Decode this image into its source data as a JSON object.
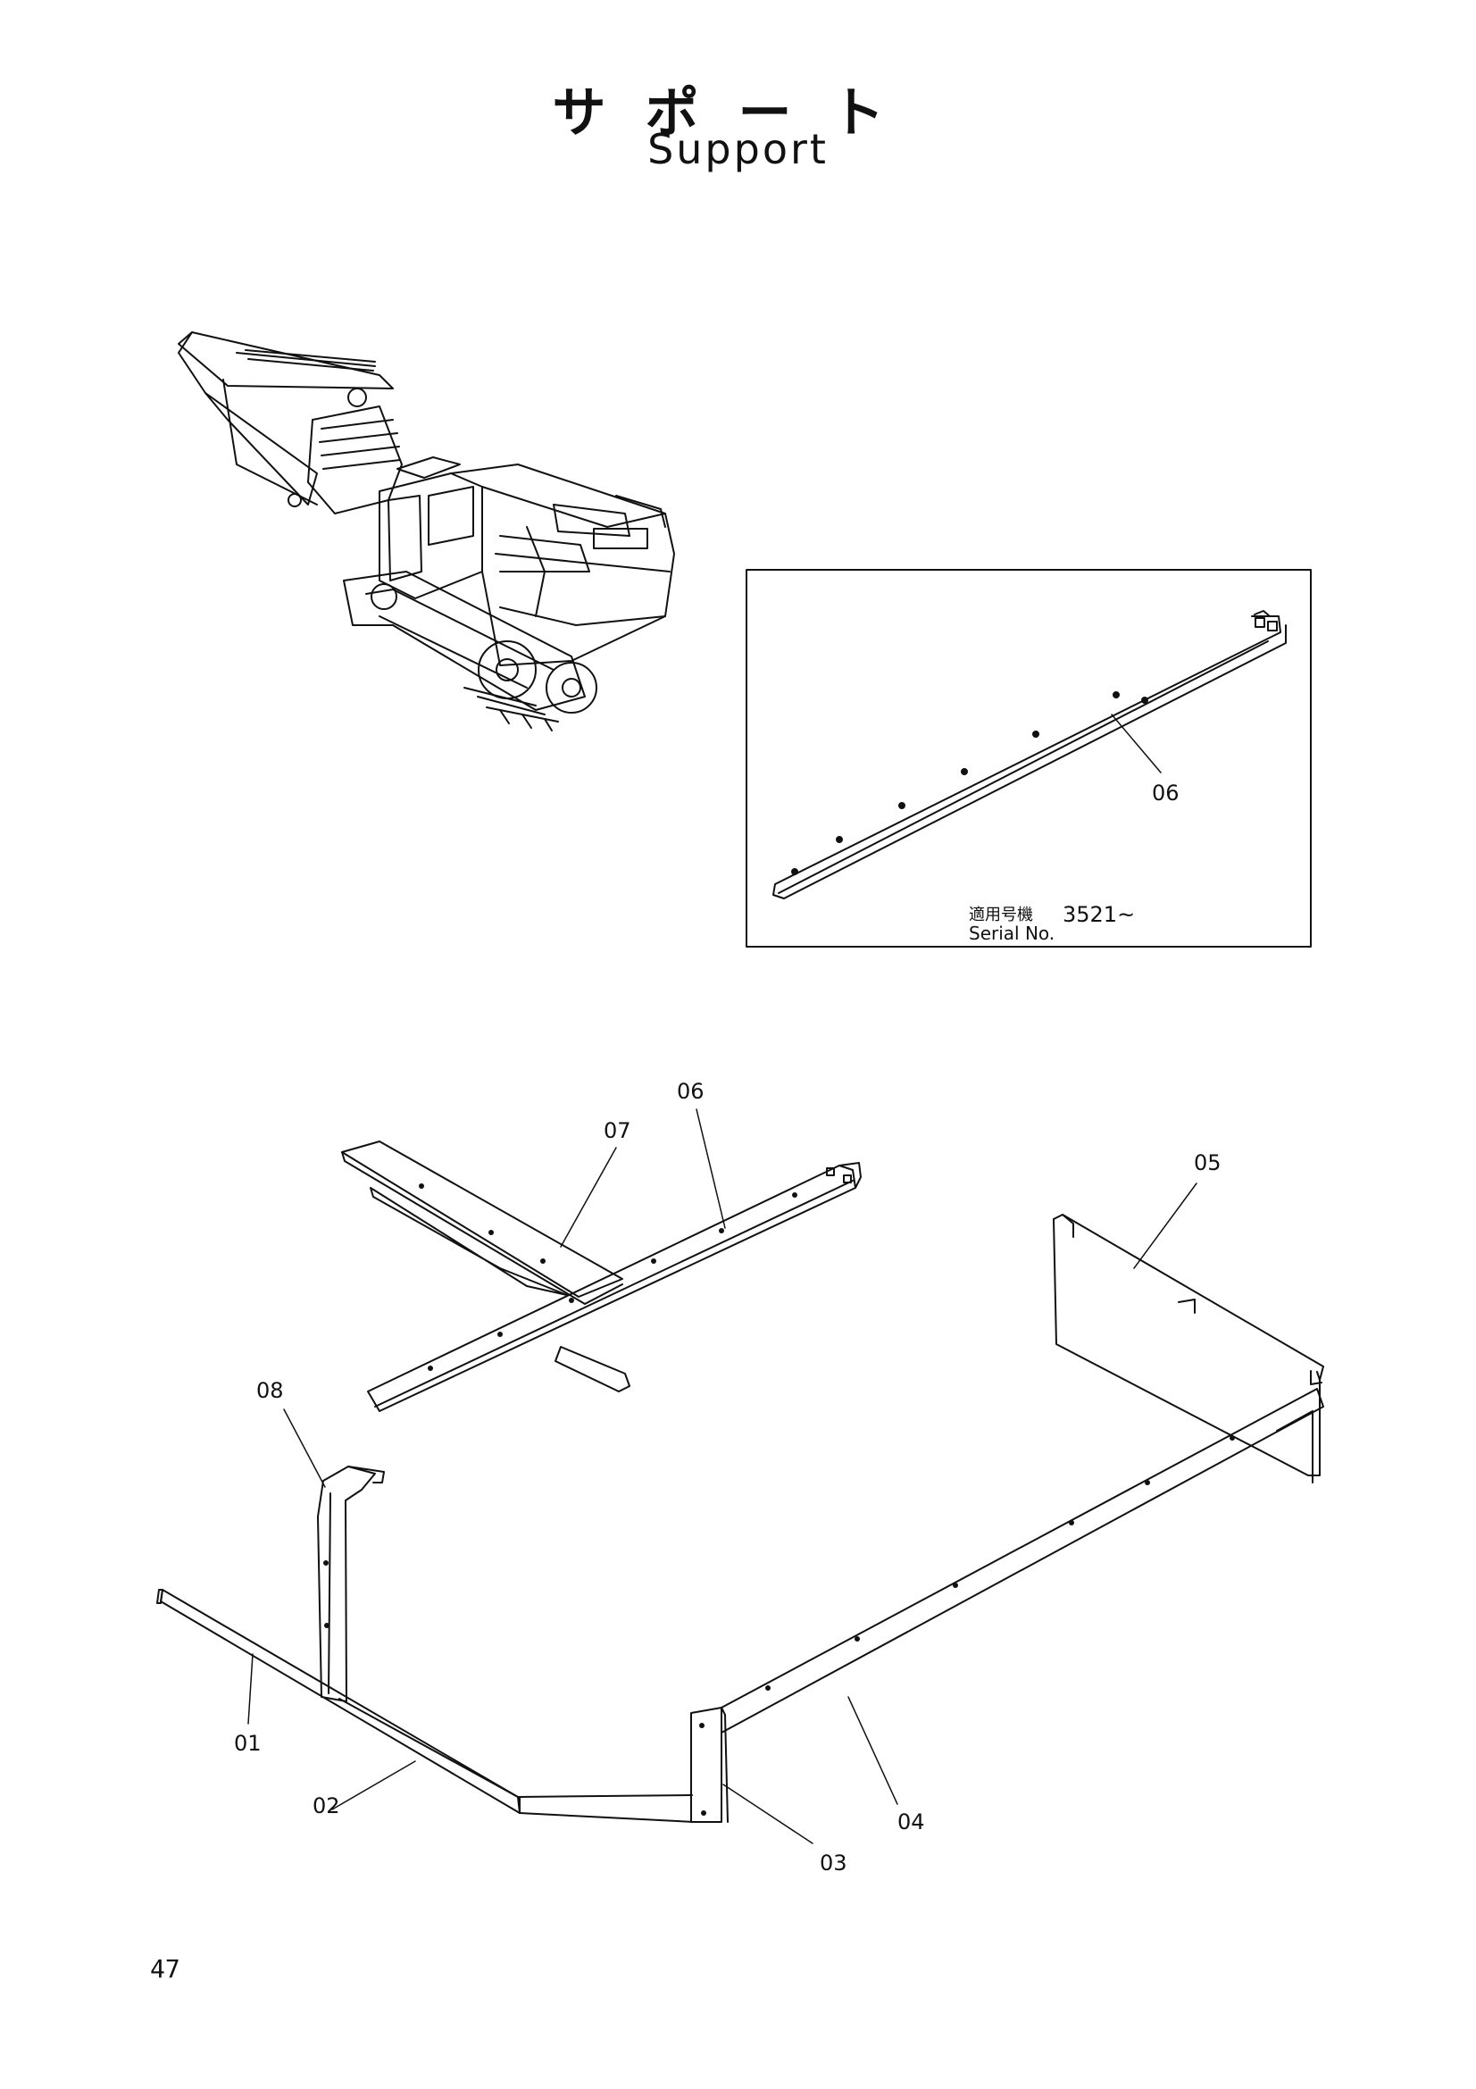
{
  "header": {
    "title_jp": "サポート",
    "title_en": "Support"
  },
  "inset": {
    "part_label": "06",
    "serial_label_jp": "適用号機",
    "serial_value": "3521~",
    "serial_label_en": "Serial No."
  },
  "main_labels": {
    "p01": "01",
    "p02": "02",
    "p03": "03",
    "p04": "04",
    "p05": "05",
    "p06": "06",
    "p07": "07",
    "p08": "08"
  },
  "footer": {
    "page_number": "47"
  }
}
